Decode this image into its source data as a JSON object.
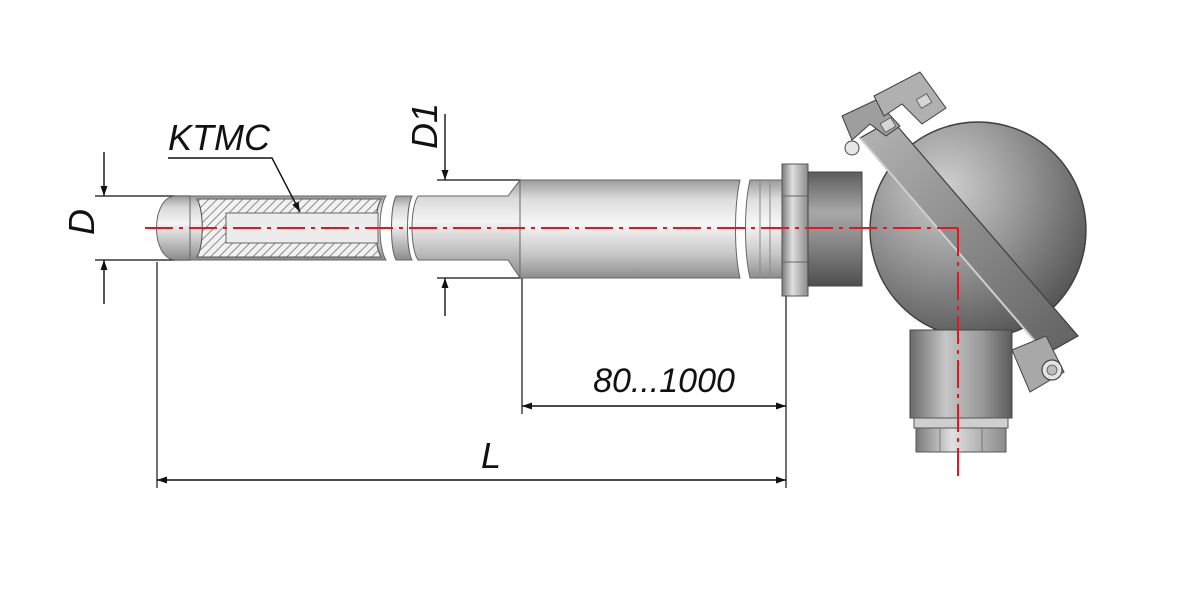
{
  "labels": {
    "sheath": "KTMC",
    "diameter": "D",
    "diameter_fitting": "D1",
    "length_range": "80...1000",
    "length": "L"
  },
  "colors": {
    "axis_line": "#e8141e",
    "dimension_line": "#111111",
    "metal_light": "#e4e4e4",
    "metal_dark": "#8a8a8a",
    "head_dark": "#5a5a5a"
  }
}
